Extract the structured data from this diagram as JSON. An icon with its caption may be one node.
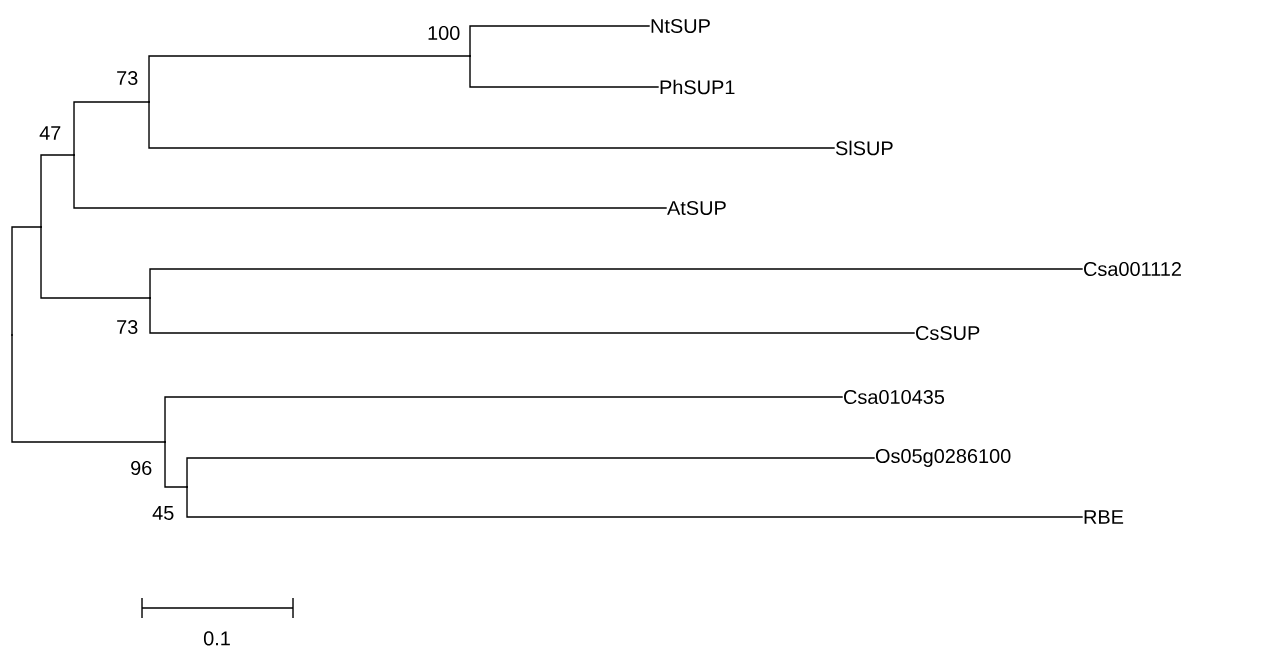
{
  "diagram": {
    "nodes": [
      {
        "text": [],
        "shape": "point"
      },
      {
        "text": [],
        "shape": "point"
      },
      {
        "text": [],
        "shape": "point",
        "beside": [
          "47"
        ]
      },
      {
        "text": [],
        "shape": "point",
        "beside": [
          "73"
        ]
      },
      {
        "text": [],
        "shape": "point",
        "beside": [
          "100"
        ]
      },
      {
        "text": [
          "NtSUP"
        ]
      },
      {
        "text": [
          "PhSUP1"
        ]
      },
      {
        "text": [
          "SlSUP"
        ]
      },
      {
        "text": [
          "AtSUP"
        ]
      },
      {
        "text": [],
        "shape": "point",
        "beside": [
          "73"
        ]
      },
      {
        "text": [
          "Csa001112"
        ]
      },
      {
        "text": [
          "CsSUP"
        ]
      },
      {
        "text": [],
        "shape": "point",
        "beside": [
          "96"
        ]
      },
      {
        "text": [
          "Csa010435"
        ]
      },
      {
        "text": [],
        "shape": "point",
        "beside": [
          "45"
        ]
      },
      {
        "text": [
          "Os05g0286100"
        ]
      },
      {
        "text": [
          "RBE"
        ]
      }
    ],
    "edges": [
      {
        "from": 0,
        "to": 1,
        "arrow": "none"
      },
      {
        "from": 1,
        "to": 2,
        "arrow": "none"
      },
      {
        "from": 2,
        "to": 3,
        "arrow": "none"
      },
      {
        "from": 3,
        "to": 4,
        "arrow": "none"
      },
      {
        "from": 4,
        "to": 5,
        "arrow": "none"
      },
      {
        "from": 4,
        "to": 6,
        "arrow": "none"
      },
      {
        "from": 3,
        "to": 7,
        "arrow": "none"
      },
      {
        "from": 2,
        "to": 8,
        "arrow": "none"
      },
      {
        "from": 1,
        "to": 9,
        "arrow": "none"
      },
      {
        "from": 9,
        "to": 10,
        "arrow": "none"
      },
      {
        "from": 9,
        "to": 11,
        "arrow": "none"
      },
      {
        "from": 0,
        "to": 12,
        "arrow": "none"
      },
      {
        "from": 12,
        "to": 13,
        "arrow": "none"
      },
      {
        "from": 12,
        "to": 14,
        "arrow": "none"
      },
      {
        "from": 14,
        "to": 15,
        "arrow": "none"
      },
      {
        "from": 14,
        "to": 16,
        "arrow": "none"
      }
    ],
    "labels": [
      "0.1"
    ]
  }
}
